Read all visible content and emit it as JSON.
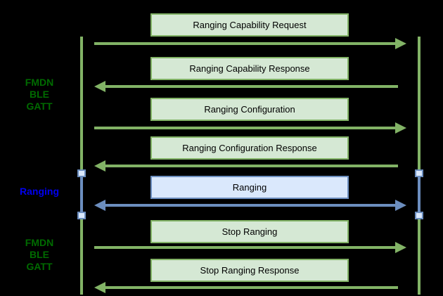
{
  "colors": {
    "background": "#000000",
    "green_fill": "#d5e8d4",
    "green_stroke": "#82b366",
    "blue_fill": "#dae8fc",
    "blue_stroke": "#6c8ebf",
    "gatt_label_text": "#006b00",
    "ranging_label_text": "#0000ee",
    "box_text": "#000000"
  },
  "side_labels": {
    "gatt_top": {
      "lines": [
        "FMDN",
        "BLE",
        "GATT"
      ]
    },
    "ranging": {
      "label": "Ranging"
    },
    "gatt_bottom": {
      "lines": [
        "FMDN",
        "BLE",
        "GATT"
      ]
    }
  },
  "messages": [
    {
      "label": "Ranging Capability Request",
      "direction": "right",
      "style": "green"
    },
    {
      "label": "Ranging Capability Response",
      "direction": "left",
      "style": "green"
    },
    {
      "label": "Ranging Configuration",
      "direction": "right",
      "style": "green"
    },
    {
      "label": "Ranging Configuration Response",
      "direction": "left",
      "style": "green"
    },
    {
      "label": "Ranging",
      "direction": "both",
      "style": "blue"
    },
    {
      "label": "Stop Ranging",
      "direction": "right",
      "style": "green"
    },
    {
      "label": "Stop Ranging Response",
      "direction": "left",
      "style": "green"
    }
  ]
}
